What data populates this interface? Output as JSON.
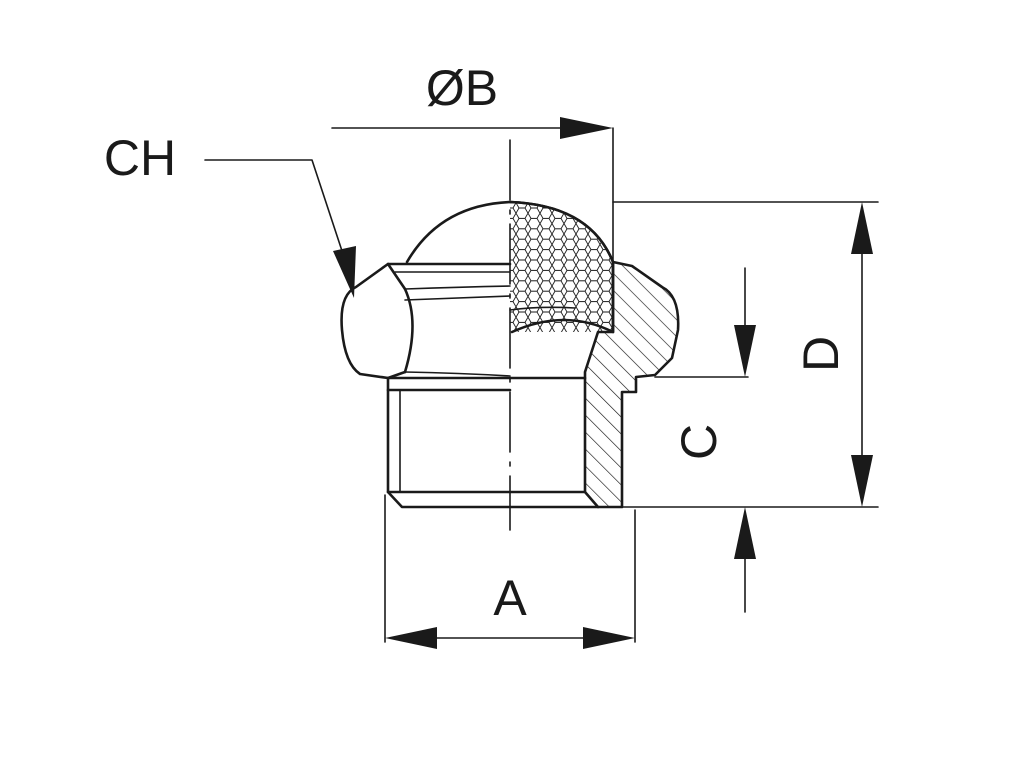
{
  "labels": {
    "ch": "CH",
    "diameter_b": "ØB",
    "a": "A",
    "c": "C",
    "d": "D"
  },
  "colors": {
    "line": "#1a1a1a",
    "background": "#ffffff"
  }
}
